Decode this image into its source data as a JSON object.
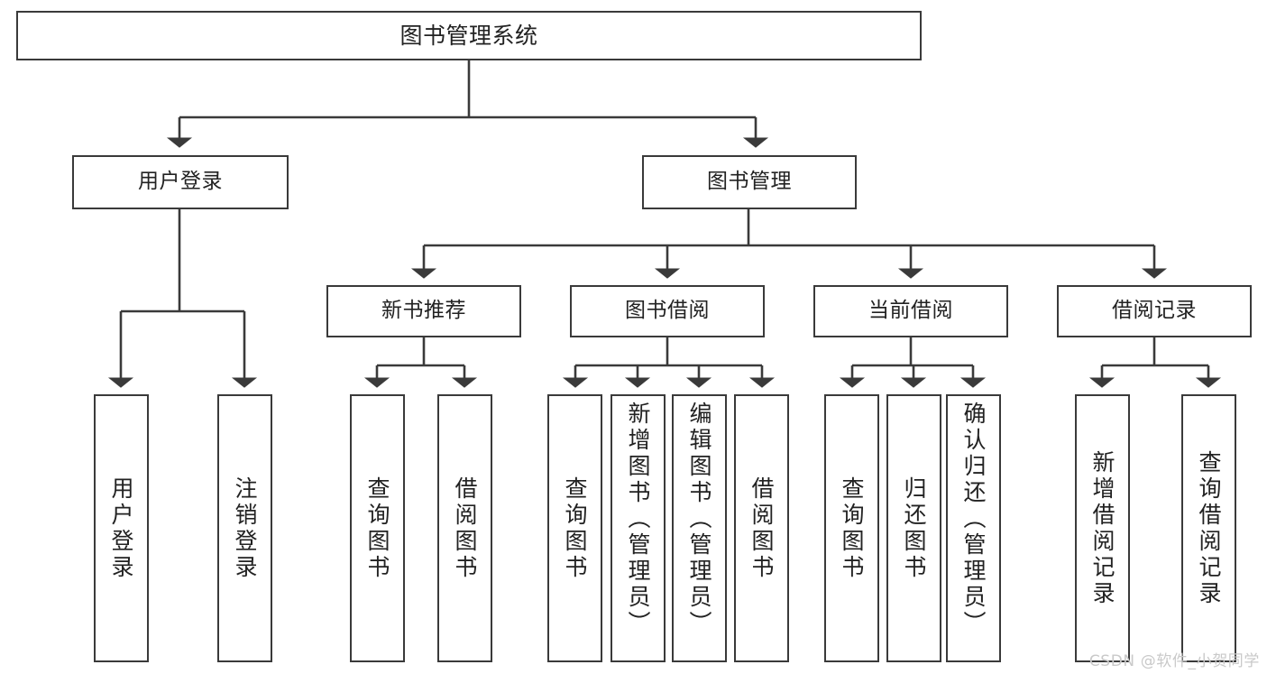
{
  "diagram": {
    "title": "图书管理系统",
    "type": "hierarchy-tree",
    "watermark": "CSDN @软件_小贺同学",
    "colors": {
      "background": "#ffffff",
      "box_border": "#3a3a3a",
      "box_fill": "#ffffff",
      "text": "#222222",
      "connector": "#3a3a3a",
      "watermark": "#c9c9c9"
    },
    "nodes": {
      "root": {
        "label": "图书管理系统"
      },
      "level2": [
        {
          "id": "user_login",
          "label": "用户登录"
        },
        {
          "id": "book_mgmt",
          "label": "图书管理"
        }
      ],
      "level3": [
        {
          "id": "new_book_rec",
          "label": "新书推荐"
        },
        {
          "id": "book_borrow",
          "label": "图书借阅"
        },
        {
          "id": "current_borrow",
          "label": "当前借阅"
        },
        {
          "id": "borrow_record",
          "label": "借阅记录"
        }
      ],
      "leaves": {
        "user_login": [
          {
            "label": "用户登录"
          },
          {
            "label": "注销登录"
          }
        ],
        "new_book_rec": [
          {
            "label": "查询图书"
          },
          {
            "label": "借阅图书"
          }
        ],
        "book_borrow": [
          {
            "label": "查询图书"
          },
          {
            "label": "新增图书（管理员）"
          },
          {
            "label": "编辑图书（管理员）"
          },
          {
            "label": "借阅图书"
          }
        ],
        "current_borrow": [
          {
            "label": "查询图书"
          },
          {
            "label": "归还图书"
          },
          {
            "label": "确认归还（管理员）"
          }
        ],
        "borrow_record": [
          {
            "label": "新增借阅记录"
          },
          {
            "label": "查询借阅记录"
          }
        ]
      }
    }
  }
}
